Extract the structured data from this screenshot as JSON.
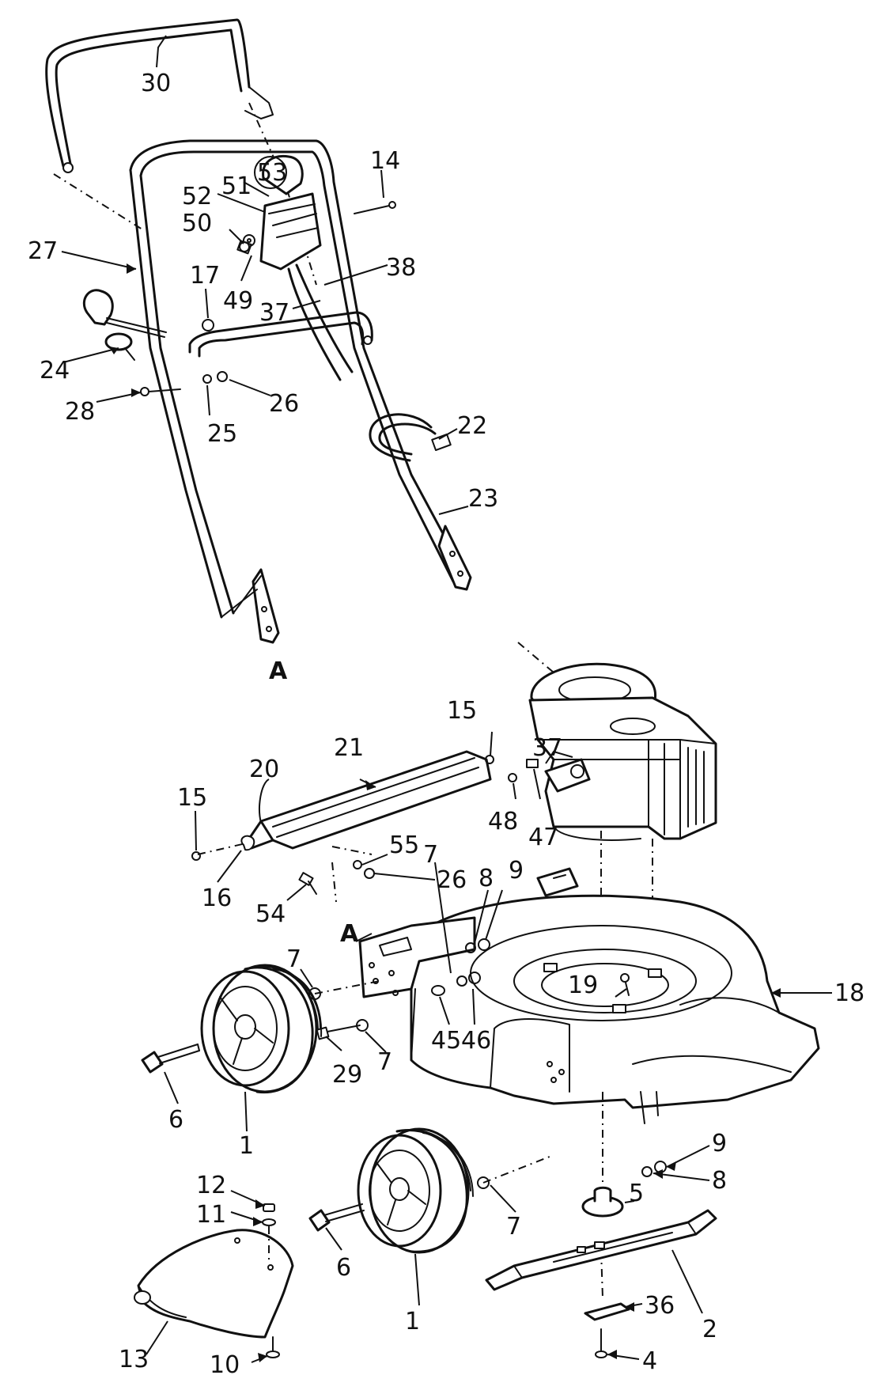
{
  "labels": {
    "l30": "30",
    "l14": "14",
    "l53": "53",
    "l52": "52",
    "l51": "51",
    "l50": "50",
    "l27": "27",
    "l17": "17",
    "l38": "38",
    "l49": "49",
    "l37a": "37",
    "l24": "24",
    "l28": "28",
    "l25": "25",
    "l26a": "26",
    "l22": "22",
    "l23": "23",
    "lA1": "A",
    "l15a": "15",
    "l21": "21",
    "l20": "20",
    "l15b": "15",
    "l37b": "37",
    "l48": "48",
    "l47": "47",
    "l55": "55",
    "l26b": "26",
    "l16": "16",
    "l54": "54",
    "l8a": "8",
    "l9a": "9",
    "l7a": "7",
    "lA2": "A",
    "l7b": "7",
    "l19": "19",
    "l18": "18",
    "l45": "45",
    "l46": "46",
    "l29": "29",
    "l7c": "7",
    "l6a": "6",
    "l1a": "1",
    "l9b": "9",
    "l8b": "8",
    "l12": "12",
    "l11": "11",
    "l5": "5",
    "l6b": "6",
    "l7d": "7",
    "l2": "2",
    "l36": "36",
    "l13": "13",
    "l1b": "1",
    "l10": "10",
    "l4": "4"
  }
}
